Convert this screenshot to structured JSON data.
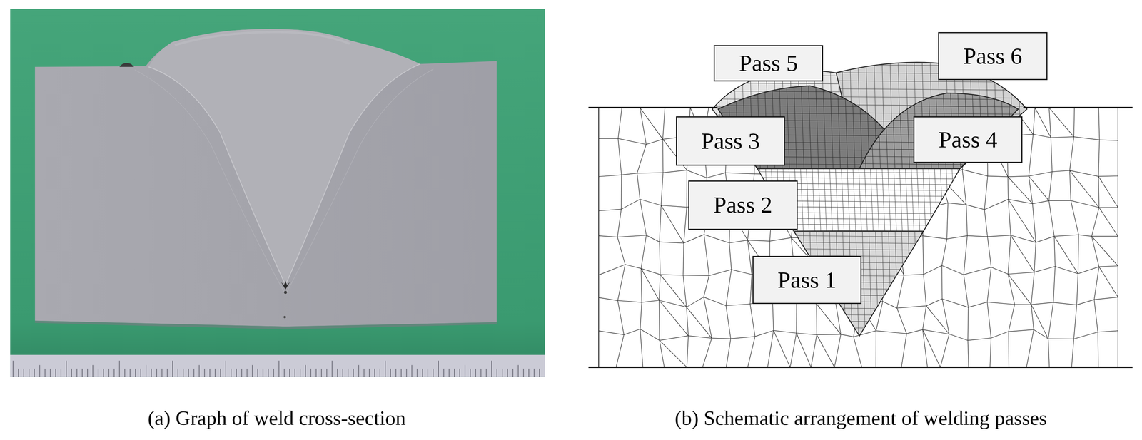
{
  "diagram": {
    "nodes": [
      {
        "text": [
          "Pass 5"
        ]
      },
      {
        "text": [
          "Pass 6"
        ]
      },
      {
        "text": [
          "Pass 3"
        ]
      },
      {
        "text": [
          "Pass 4"
        ]
      },
      {
        "text": [
          "Pass 2"
        ]
      },
      {
        "text": [
          "Pass 1"
        ]
      }
    ],
    "labels": [
      "(a) Graph of weld cross-section",
      "(b) Schematic arrangement of welding passes"
    ]
  }
}
